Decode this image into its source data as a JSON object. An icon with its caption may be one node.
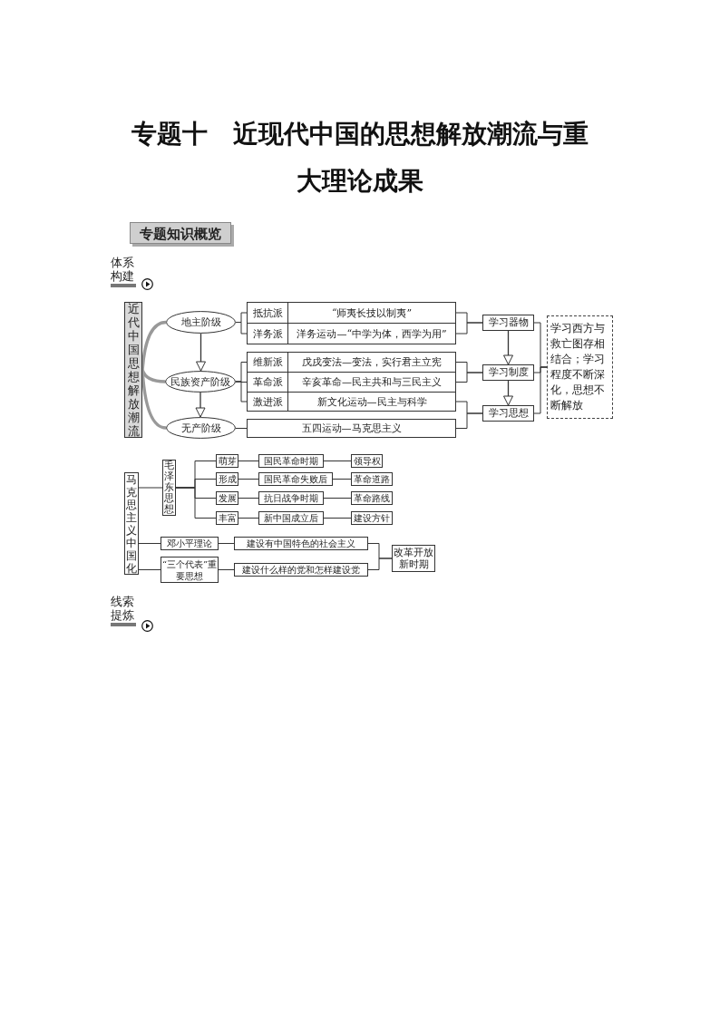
{
  "diagram": {
    "title": "专题十　近现代中国的思想解放潮流与重大理论成果",
    "nodes": [
      {
        "text": [
          "近代中国思想解放潮流"
        ]
      },
      {
        "text": [
          "地主阶级"
        ]
      },
      {
        "text": [
          "民族资产阶级"
        ]
      },
      {
        "text": [
          "无产阶级"
        ]
      },
      {
        "text": [
          "抵抗派",
          "“师夷长技以制夷”"
        ]
      },
      {
        "text": [
          "洋务派",
          "洋务运动—“中学为体，西学为用”"
        ]
      },
      {
        "text": [
          "维新派",
          "戊戌变法—变法，实行君主立宪"
        ]
      },
      {
        "text": [
          "革命派",
          "辛亥革命—民主共和与三民主义"
        ]
      },
      {
        "text": [
          "激进派",
          "新文化运动—民主与科学"
        ]
      },
      {
        "text": [
          "五四运动—马克思主义"
        ]
      },
      {
        "text": [
          "学习器物"
        ]
      },
      {
        "text": [
          "学习制度"
        ]
      },
      {
        "text": [
          "学习思想"
        ]
      },
      {
        "text": [
          "学习西方与救亡图存相结合；学习程度不断深化，思想不断解放"
        ]
      },
      {
        "text": [
          "马克思主义中国化"
        ]
      },
      {
        "text": [
          "毛泽东思想"
        ]
      },
      {
        "text": [
          "萌芽"
        ]
      },
      {
        "text": [
          "国民革命时期"
        ]
      },
      {
        "text": [
          "领导权"
        ]
      },
      {
        "text": [
          "形成"
        ]
      },
      {
        "text": [
          "国民革命失败后"
        ]
      },
      {
        "text": [
          "革命道路"
        ]
      },
      {
        "text": [
          "发展"
        ]
      },
      {
        "text": [
          "抗日战争时期"
        ]
      },
      {
        "text": [
          "革命路线"
        ]
      },
      {
        "text": [
          "丰富"
        ]
      },
      {
        "text": [
          "新中国成立后"
        ]
      },
      {
        "text": [
          "建设方针"
        ]
      },
      {
        "text": [
          "邓小平理论"
        ]
      },
      {
        "text": [
          "建设有中国特色的社会主义"
        ]
      },
      {
        "text": [
          "“三个代表”重要思想"
        ]
      },
      {
        "text": [
          "建设什么样的党和怎样建设党"
        ]
      },
      {
        "text": [
          "改革开放新时期"
        ]
      }
    ],
    "edges": [
      {
        "from": 0,
        "to": 1,
        "arrow": "none",
        "style": "thick",
        "color": "#999999"
      },
      {
        "from": 0,
        "to": 2,
        "arrow": "none",
        "style": "thick",
        "color": "#999999"
      },
      {
        "from": 0,
        "to": 3,
        "arrow": "none",
        "style": "thick",
        "color": "#999999"
      },
      {
        "from": 1,
        "to": 2,
        "arrow": "to"
      },
      {
        "from": 2,
        "to": 3,
        "arrow": "to"
      },
      {
        "from": 1,
        "to": 4,
        "arrow": "none"
      },
      {
        "from": 1,
        "to": 5,
        "arrow": "none"
      },
      {
        "from": 2,
        "to": 6,
        "arrow": "none"
      },
      {
        "from": 2,
        "to": 7,
        "arrow": "none"
      },
      {
        "from": 2,
        "to": 8,
        "arrow": "none"
      },
      {
        "from": 3,
        "to": 9,
        "arrow": "none"
      },
      {
        "from": 4,
        "to": 10,
        "arrow": "none"
      },
      {
        "from": 5,
        "to": 10,
        "arrow": "none"
      },
      {
        "from": 6,
        "to": 11,
        "arrow": "none"
      },
      {
        "from": 7,
        "to": 11,
        "arrow": "none"
      },
      {
        "from": 8,
        "to": 12,
        "arrow": "none"
      },
      {
        "from": 9,
        "to": 12,
        "arrow": "none"
      },
      {
        "from": 10,
        "to": 11,
        "arrow": "to"
      },
      {
        "from": 11,
        "to": 12,
        "arrow": "to"
      },
      {
        "from": 10,
        "to": 13,
        "arrow": "none"
      },
      {
        "from": 11,
        "to": 13,
        "arrow": "none"
      },
      {
        "from": 12,
        "to": 13,
        "arrow": "none"
      },
      {
        "from": 14,
        "to": 15,
        "arrow": "none"
      },
      {
        "from": 15,
        "to": 16,
        "arrow": "none"
      },
      {
        "from": 15,
        "to": 19,
        "arrow": "none"
      },
      {
        "from": 15,
        "to": 22,
        "arrow": "none"
      },
      {
        "from": 15,
        "to": 25,
        "arrow": "none"
      },
      {
        "from": 16,
        "to": 17,
        "arrow": "none"
      },
      {
        "from": 17,
        "to": 18,
        "arrow": "none"
      },
      {
        "from": 19,
        "to": 20,
        "arrow": "none"
      },
      {
        "from": 20,
        "to": 21,
        "arrow": "none"
      },
      {
        "from": 22,
        "to": 23,
        "arrow": "none"
      },
      {
        "from": 23,
        "to": 24,
        "arrow": "none"
      },
      {
        "from": 25,
        "to": 26,
        "arrow": "none"
      },
      {
        "from": 26,
        "to": 27,
        "arrow": "none"
      },
      {
        "from": 14,
        "to": 28,
        "arrow": "none"
      },
      {
        "from": 14,
        "to": 30,
        "arrow": "none"
      },
      {
        "from": 28,
        "to": 29,
        "arrow": "none"
      },
      {
        "from": 30,
        "to": 31,
        "arrow": "none"
      },
      {
        "from": 29,
        "to": 32,
        "arrow": "none"
      },
      {
        "from": 31,
        "to": 32,
        "arrow": "none"
      }
    ],
    "labels": [
      "专题知识概览",
      "体系构建",
      "线索提炼"
    ]
  }
}
